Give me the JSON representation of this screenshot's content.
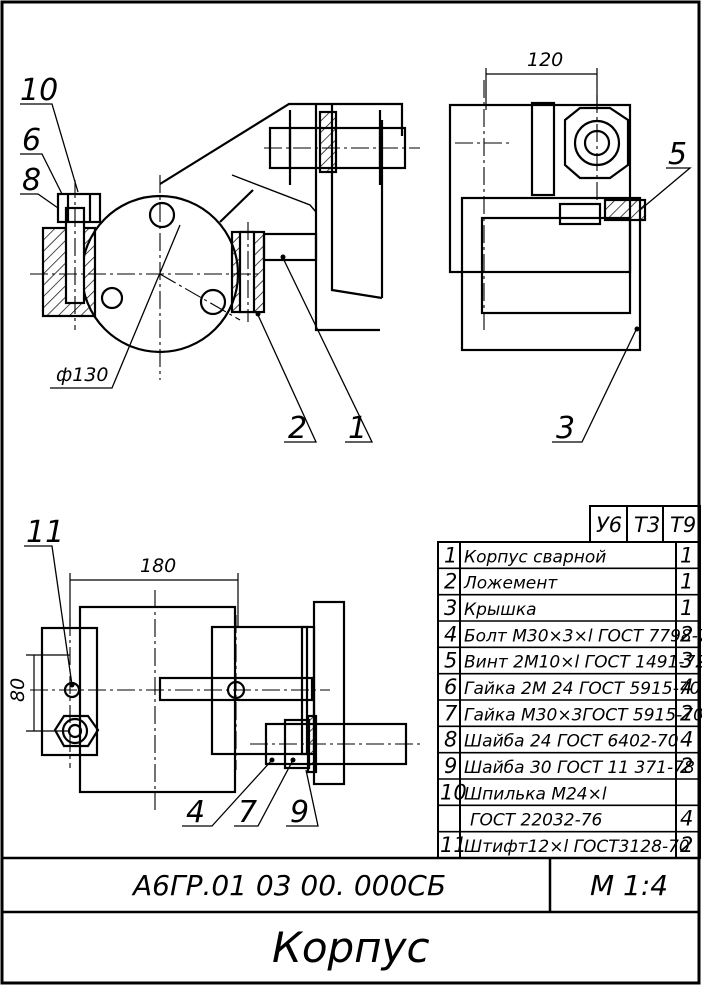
{
  "drawing": {
    "callouts": {
      "c1": "1",
      "c2": "2",
      "c3": "3",
      "c4": "4",
      "c5": "5",
      "c6": "6",
      "c7": "7",
      "c8": "8",
      "c9": "9",
      "c10": "10",
      "c11": "11"
    },
    "dimensions": {
      "d120": "120",
      "d130": "ф130",
      "d180": "180",
      "d80": "80"
    }
  },
  "spec_table": {
    "header": [
      "У6",
      "Т3",
      "Т9"
    ],
    "rows": [
      {
        "pos": "1",
        "name": "Корпус сварной",
        "qty": "1"
      },
      {
        "pos": "2",
        "name": "Лoжемент",
        "qty": "1"
      },
      {
        "pos": "3",
        "name": "Крышка",
        "qty": "1"
      },
      {
        "pos": "4",
        "name": "Болт М30×3×l ГОСТ 7798-70",
        "qty": "2"
      },
      {
        "pos": "5",
        "name": "Винт 2М10×l ГОСТ 1491-72",
        "qty": "3"
      },
      {
        "pos": "6",
        "name": "Гайка 2М 24 ГОСТ 5915-70",
        "qty": "4"
      },
      {
        "pos": "7",
        "name": "Гайка М30×3ГОСТ 5915-70",
        "qty": "2"
      },
      {
        "pos": "8",
        "name": "Шайба 24 ГОСТ 6402-70",
        "qty": "4"
      },
      {
        "pos": "9",
        "name": "Шайба 30 ГОСТ 11 371-78",
        "qty": "2"
      },
      {
        "pos": "10",
        "name": "Шпилька М24×l",
        "qty": ""
      },
      {
        "pos": "",
        "name": "ГОСТ 22032-76",
        "qty": "4"
      },
      {
        "pos": "11",
        "name": "Штифт12×l ГОСТ3128-70",
        "qty": "2"
      }
    ]
  },
  "title_block": {
    "code": "А6ГР.01 03 00. 000СБ",
    "scale": "М  1:4",
    "title": "Корпус"
  },
  "colors": {
    "ink": "#000000",
    "paper": "#ffffff"
  }
}
